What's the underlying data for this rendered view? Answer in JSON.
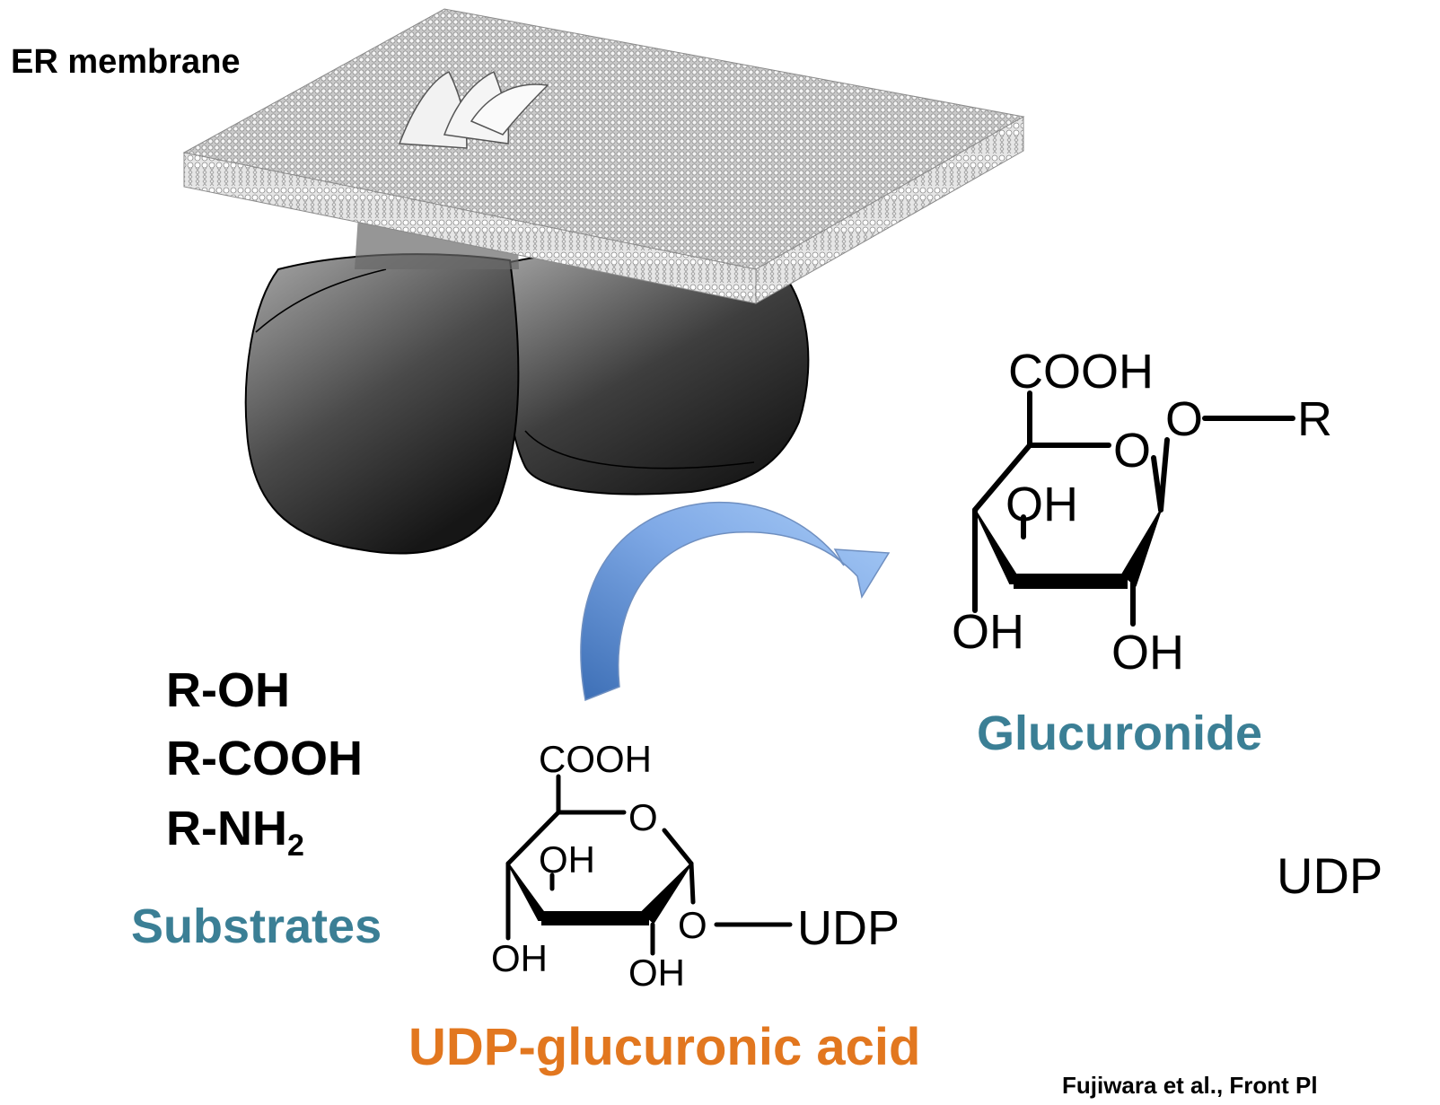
{
  "labels": {
    "er_membrane": "ER membrane",
    "substrate_list": [
      "R-OH",
      "R-COOH",
      "R-NH"
    ],
    "substrate_nh2_subscript": "2",
    "substrates": "Substrates",
    "udpga": "UDP-glucuronic acid",
    "glucuronide": "Glucuronide",
    "udp_product": "UDP",
    "citation": "Fujiwara et al., Front Pl"
  },
  "glucuronide_structure": {
    "cooh": "COOH",
    "ring_o": "O",
    "linker_o": "O",
    "r_group": "R",
    "oh_inner": "OH",
    "oh_left": "OH",
    "oh_right": "OH"
  },
  "udpga_structure": {
    "cooh": "COOH",
    "ring_o": "O",
    "linker_o": "O",
    "udp": "UDP",
    "oh_inner": "OH",
    "oh_left": "OH",
    "oh_right": "OH"
  },
  "colors": {
    "teal": "#3b7f95",
    "orange": "#e2771f",
    "arrow_light": "#9ec4f3",
    "arrow_dark": "#3d6fb6",
    "enzyme_light": "#a6a6a6",
    "enzyme_dark": "#1a1a1a"
  }
}
